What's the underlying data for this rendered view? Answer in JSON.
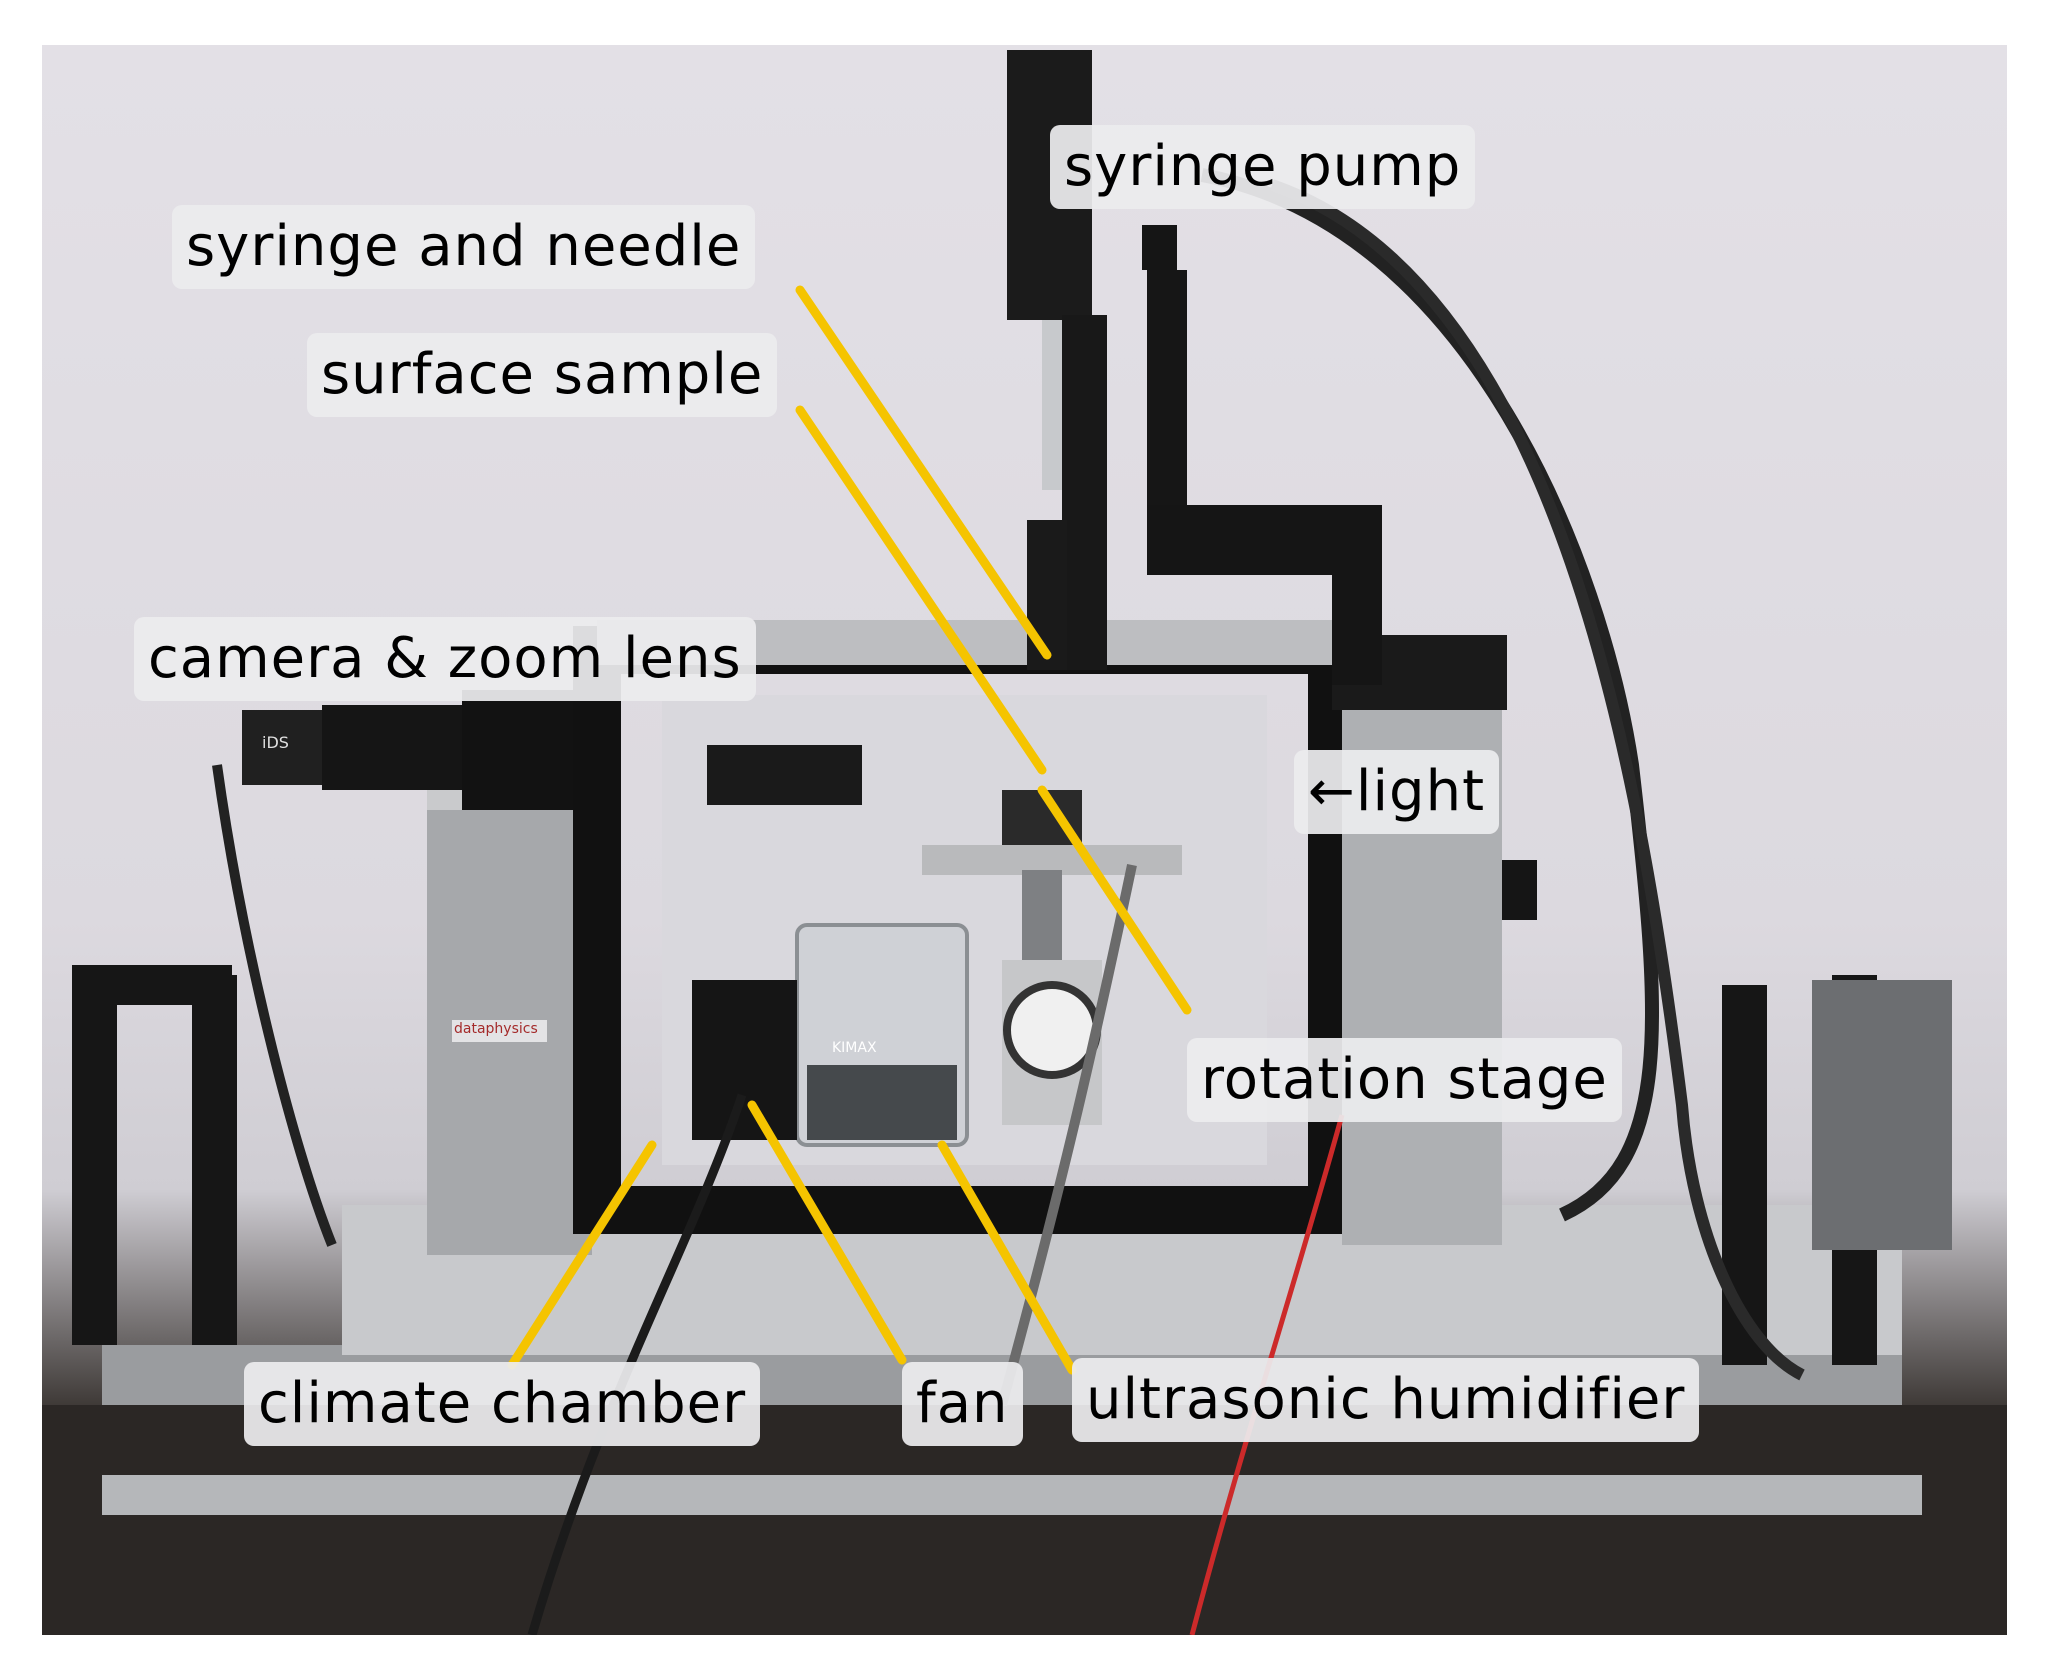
{
  "figure": {
    "labels": {
      "syringe_pump": "syringe pump",
      "syringe_and_needle": "syringe and needle",
      "surface_sample": "surface sample",
      "camera_zoom_lens": "camera & zoom lens",
      "light": "←light",
      "rotation_stage": "rotation stage",
      "climate_chamber": "climate chamber",
      "fan": "fan",
      "ultrasonic_humidifier": "ultrasonic humidifier"
    },
    "device_brand": "dataphysics",
    "camera_brand": "iDS",
    "beaker_text": "KIMAX",
    "callout_color": "#f5c400",
    "label_background": "#ececee"
  }
}
